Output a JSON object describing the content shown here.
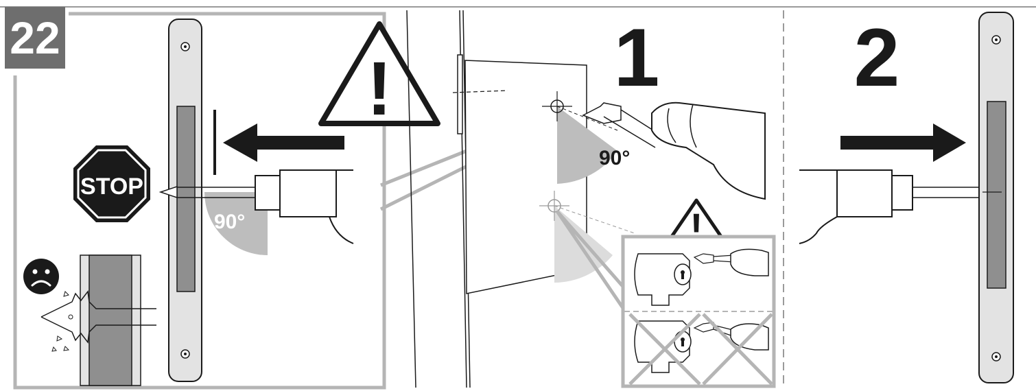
{
  "step_number": "22",
  "step_one_label": "1",
  "step_two_label": "2",
  "stop_sign_text": "STOP",
  "angle_label_left": "90°",
  "angle_label_center": "90°",
  "warning_symbol": "!",
  "colors": {
    "badge": "#6e6e6e",
    "frame": "#b5b5b5",
    "lock_plate": "#e3e3e3",
    "lock_slot": "#8f8f8f",
    "angle_sector": "#bdbdbd",
    "angle_sector_light": "#dcdcdc",
    "ink": "#1a1a1a"
  }
}
